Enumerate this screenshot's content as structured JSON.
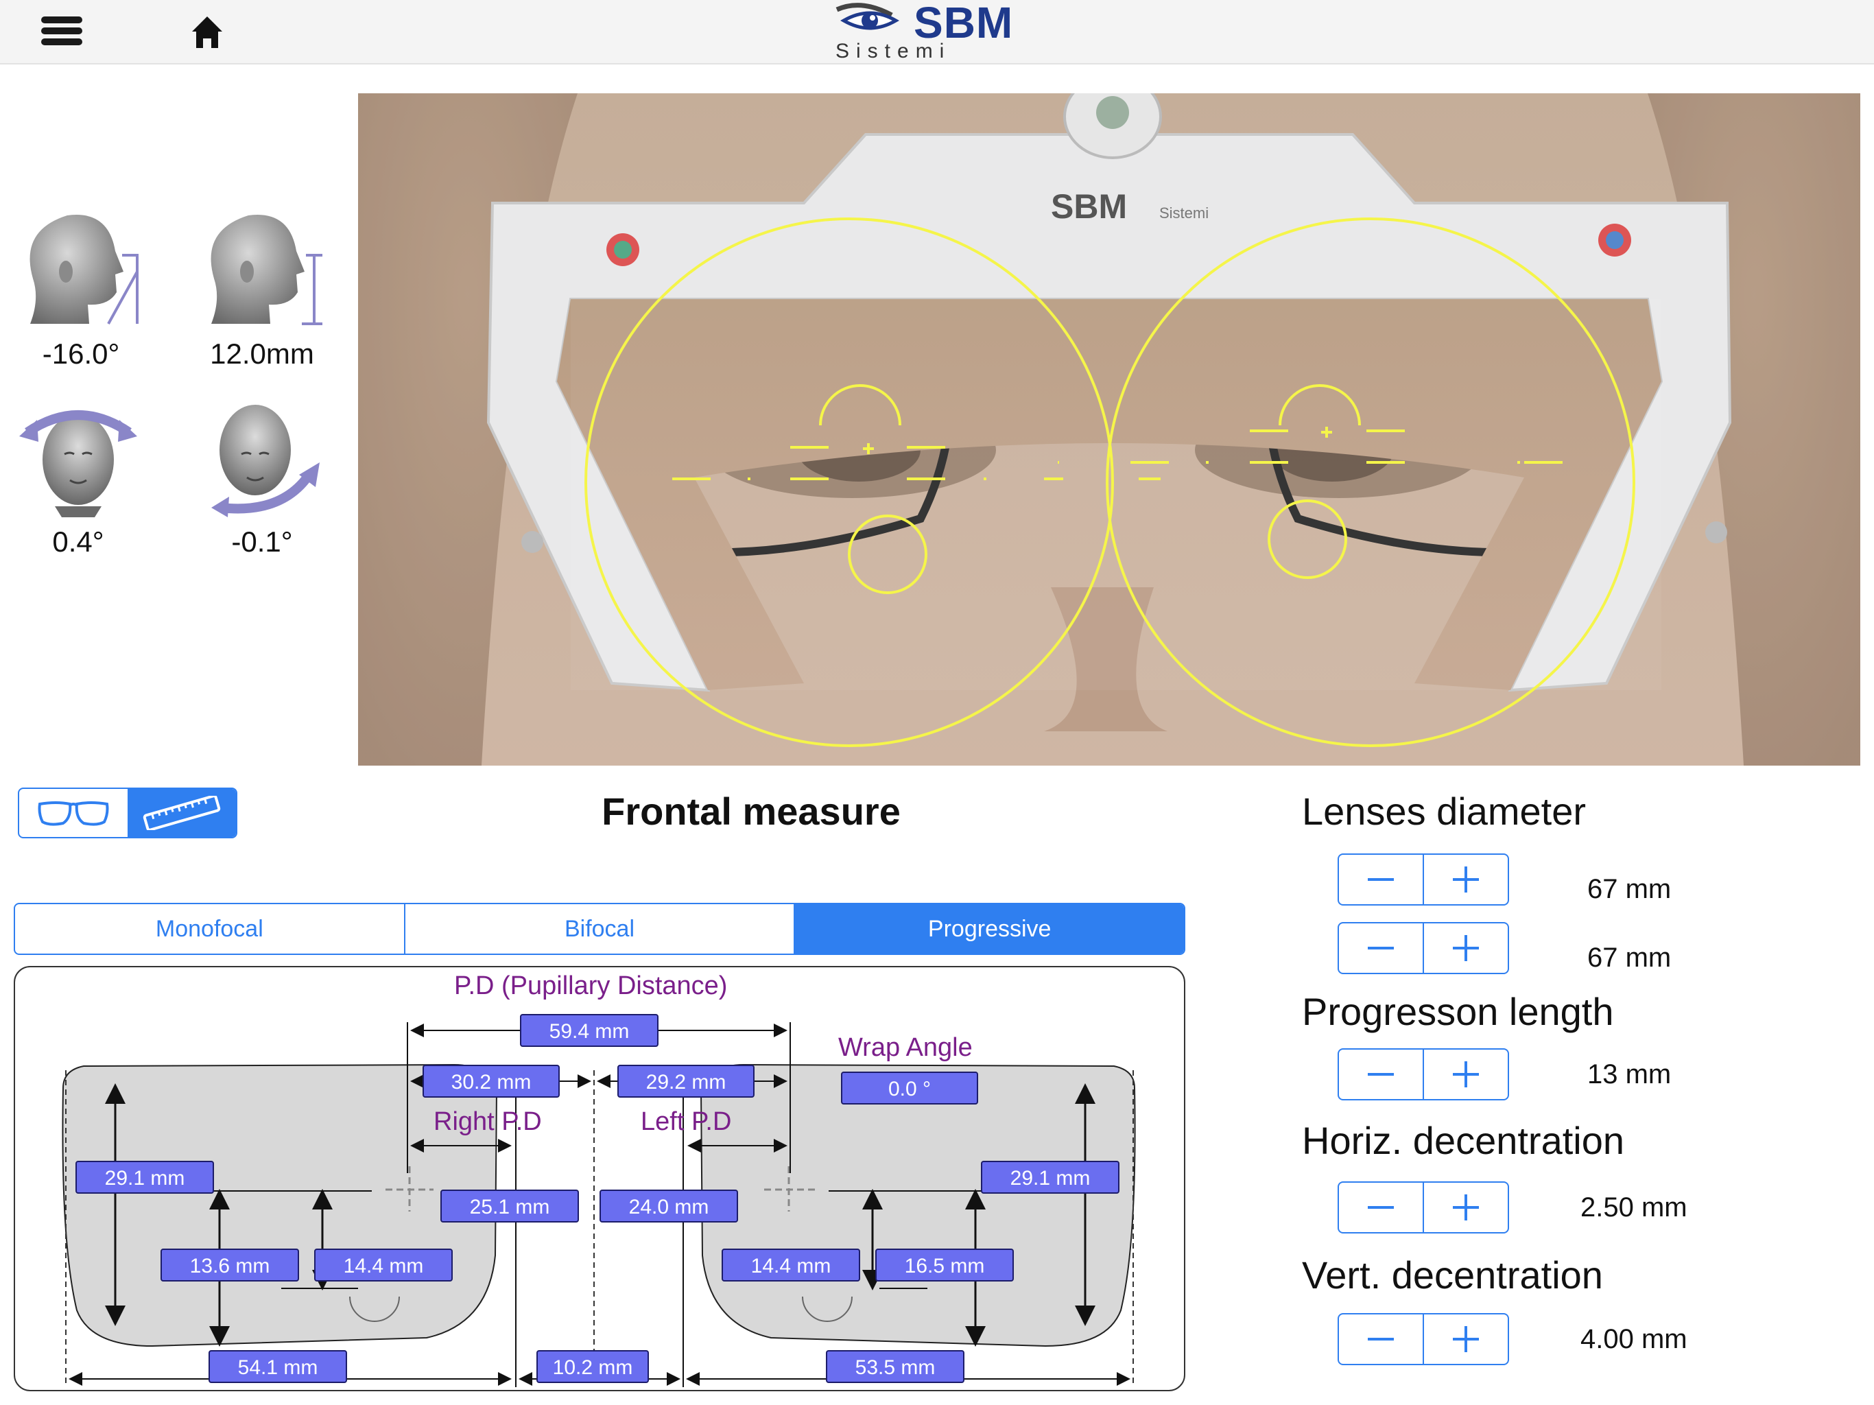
{
  "topbar": {
    "brand": "SBM",
    "brand_sub": "Sistemi"
  },
  "photo": {
    "overlay_brand": "SBM",
    "overlay_sub": "Sistemi"
  },
  "head_indicators": [
    {
      "name": "head-tilt-angle",
      "value": "-16.0°"
    },
    {
      "name": "vertex-distance",
      "value": "12.0mm"
    },
    {
      "name": "head-rotation",
      "value": "0.4°"
    },
    {
      "name": "head-inclination",
      "value": "-0.1°"
    }
  ],
  "title": "Frontal measure",
  "lens_tabs": [
    {
      "label": "Monofocal",
      "active": false
    },
    {
      "label": "Bifocal",
      "active": false
    },
    {
      "label": "Progressive",
      "active": true
    }
  ],
  "diagram": {
    "pd_label": "P.D (Pupillary Distance)",
    "wrap_label": "Wrap Angle",
    "right_pd_label": "Right P.D",
    "left_pd_label": "Left P.D",
    "pd_total": "59.4 mm",
    "right_pd": "30.2 mm",
    "left_pd": "29.2 mm",
    "wrap_angle": "0.0 °",
    "right_height_total": "29.1 mm",
    "left_height_total": "29.1 mm",
    "right_inner": "25.1 mm",
    "left_inner": "24.0 mm",
    "right_fitting": "13.6 mm",
    "right_near": "14.4 mm",
    "left_near": "14.4 mm",
    "left_fitting": "16.5 mm",
    "right_width": "54.1 mm",
    "bridge": "10.2 mm",
    "left_width": "53.5 mm"
  },
  "right_panel": {
    "lenses_diameter_label": "Lenses diameter",
    "lens_diameter_1": "67 mm",
    "lens_diameter_2": "67 mm",
    "progression_label": "Progresson length",
    "progression_value": "13 mm",
    "horiz_label": "Horiz. decentration",
    "horiz_value": "2.50 mm",
    "vert_label": "Vert. decentration",
    "vert_value": "4.00 mm"
  },
  "colors": {
    "accent": "#2f7ff0",
    "overlay": "#f5f54a",
    "badge": "#6a6ef0",
    "label": "#7a1f8a",
    "brand": "#1f3a8c"
  },
  "icons": [
    "menu-icon",
    "home-icon",
    "eye-logo-icon",
    "glasses-icon",
    "ruler-icon",
    "minus-icon",
    "plus-icon"
  ]
}
